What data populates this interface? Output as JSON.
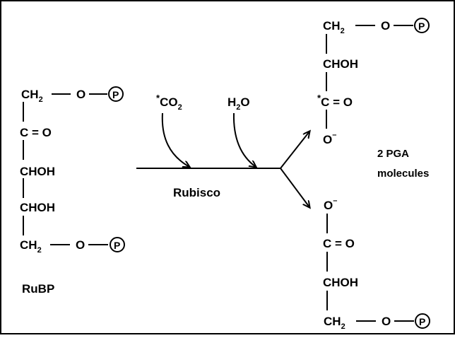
{
  "ch2": {
    "main": "CH",
    "sub": "2"
  },
  "o": "O",
  "p": "P",
  "c_eq_o": "C = O",
  "chohs": [
    "CHOH",
    "CHOH"
  ],
  "pga_top_choh": "CHOH",
  "pga_bottom_choh": "CHOH",
  "o_minus": {
    "main": "O",
    "sup": "–"
  },
  "star": "*",
  "c_eq_o_star_tail": "C = O",
  "co2": {
    "main": "CO",
    "sub": "2"
  },
  "h2o": {
    "h": "H",
    "sub": "2",
    "o": "O"
  },
  "enzyme": "Rubisco",
  "ruBP_label": "RuBP",
  "pga_label": [
    "2 PGA",
    "molecules"
  ],
  "colors": {
    "ink": "#000000",
    "background": "#ffffff"
  }
}
